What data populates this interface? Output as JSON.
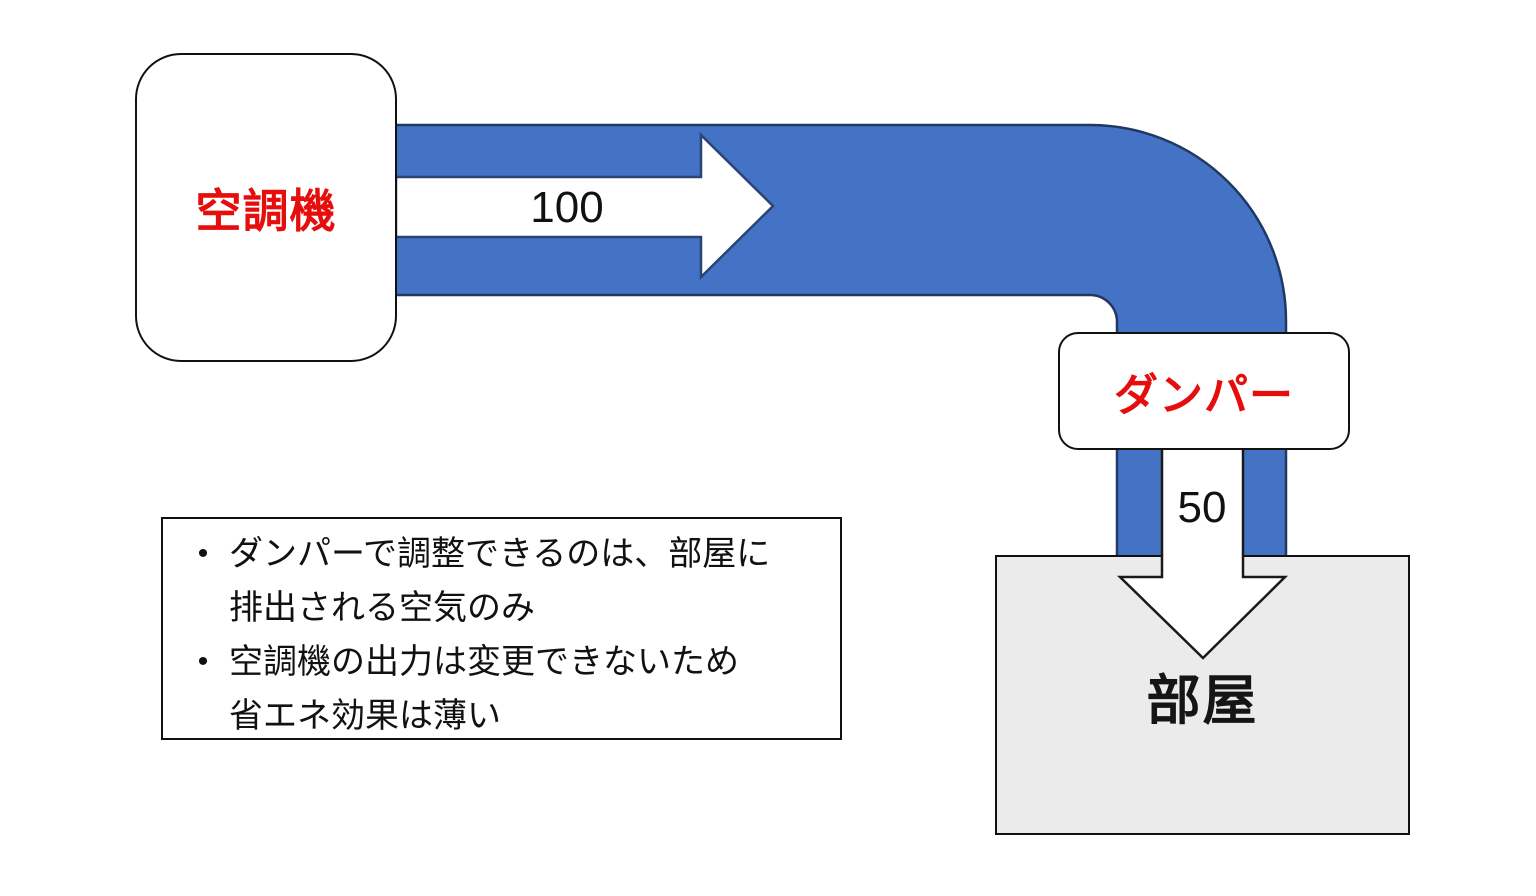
{
  "diagram": {
    "ac_unit": {
      "label": "空調機"
    },
    "damper": {
      "label": "ダンパー"
    },
    "room": {
      "label": "部屋"
    },
    "flow_main": {
      "value": "100"
    },
    "flow_room": {
      "value": "50"
    },
    "notes": {
      "bullet_char": "•",
      "bullets": [
        {
          "lines": [
            "ダンパーで調整できるのは、部屋に",
            "排出される空気のみ"
          ]
        },
        {
          "lines": [
            "空調機の出力は変更できないため",
            "省エネ効果は薄い"
          ]
        }
      ]
    },
    "colors": {
      "duct_blue": "#4472C4",
      "duct_outline": "#1F3864",
      "arrow_fill": "#FFFFFF",
      "right_arrow_outline": "#2A4476",
      "down_arrow_outline": "#1A1A1A",
      "label_red": "#E60D0D",
      "room_fill": "#EBEBEB",
      "text_black": "#111111"
    }
  }
}
